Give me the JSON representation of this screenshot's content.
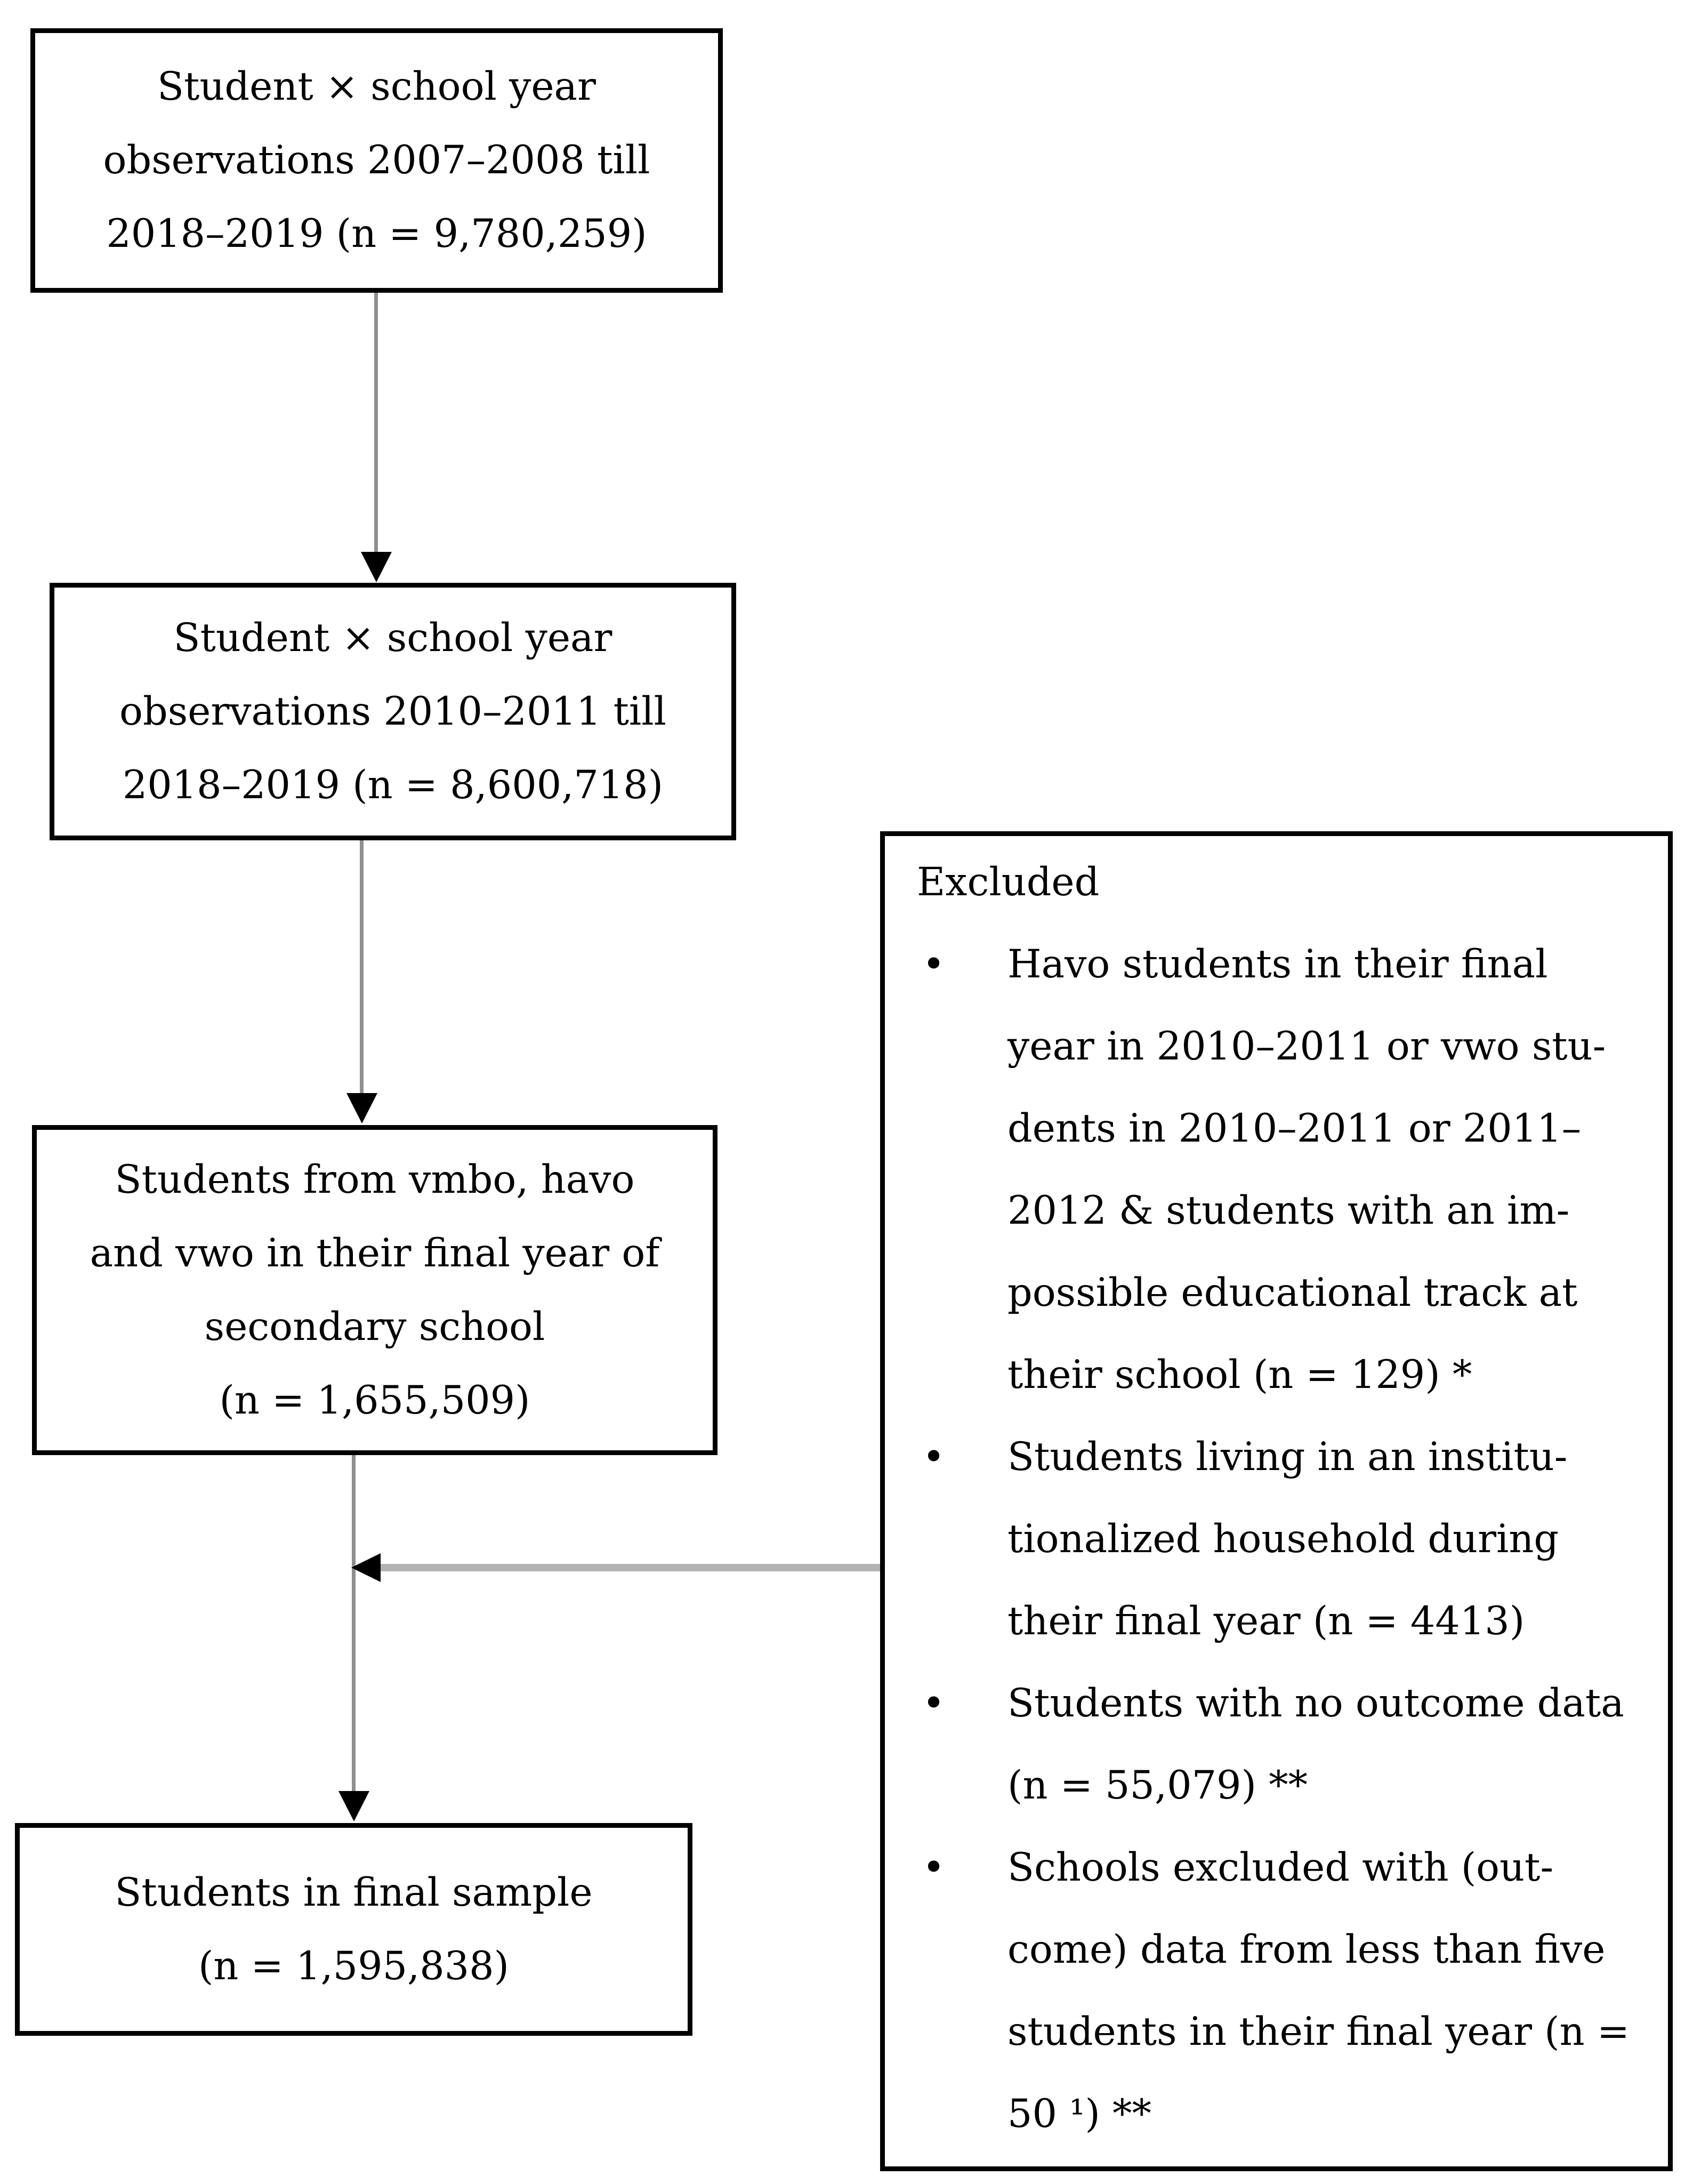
{
  "diagram": {
    "boxes": [
      {
        "name": "observations-2007-2008",
        "text": "Student × school year\nobservations 2007–2008 till\n2018–2019 (n = 9,780,259)"
      },
      {
        "name": "observations-2010-2011",
        "text": "Student × school year\nobservations 2010–2011 till\n2018–2019 (n = 8,600,718)"
      },
      {
        "name": "final-year-students",
        "text": "Students from vmbo, havo\nand vwo in their final year of\nsecondary school\n(n = 1,655,509)"
      },
      {
        "name": "final-sample",
        "text": "Students in final sample\n(n = 1,595,838)"
      }
    ],
    "excluded": {
      "title": "Excluded",
      "bullet_glyph": "•",
      "items": [
        {
          "text": "Havo students in their final\nyear in 2010–2011 or vwo stu-\ndents in 2010–2011 or 2011–\n2012 & students with an im-\npossible educational track at\ntheir school (n = 129) *"
        },
        {
          "text": "Students living in an institu-\ntionalized household during\ntheir final year (n = 4413)"
        },
        {
          "text": "Students with no outcome data\n(n = 55,079) **"
        },
        {
          "text": "Schools excluded with (out-\ncome) data from less than five\nstudents in their final year (n =\n50 ¹) **"
        }
      ]
    },
    "colors": {
      "background": "#ffffff",
      "box_border": "#000000",
      "text": "#000000",
      "connector_line": "#8f8f8f",
      "connector_line_light": "#b3b3b3",
      "arrowhead": "#000000"
    }
  }
}
